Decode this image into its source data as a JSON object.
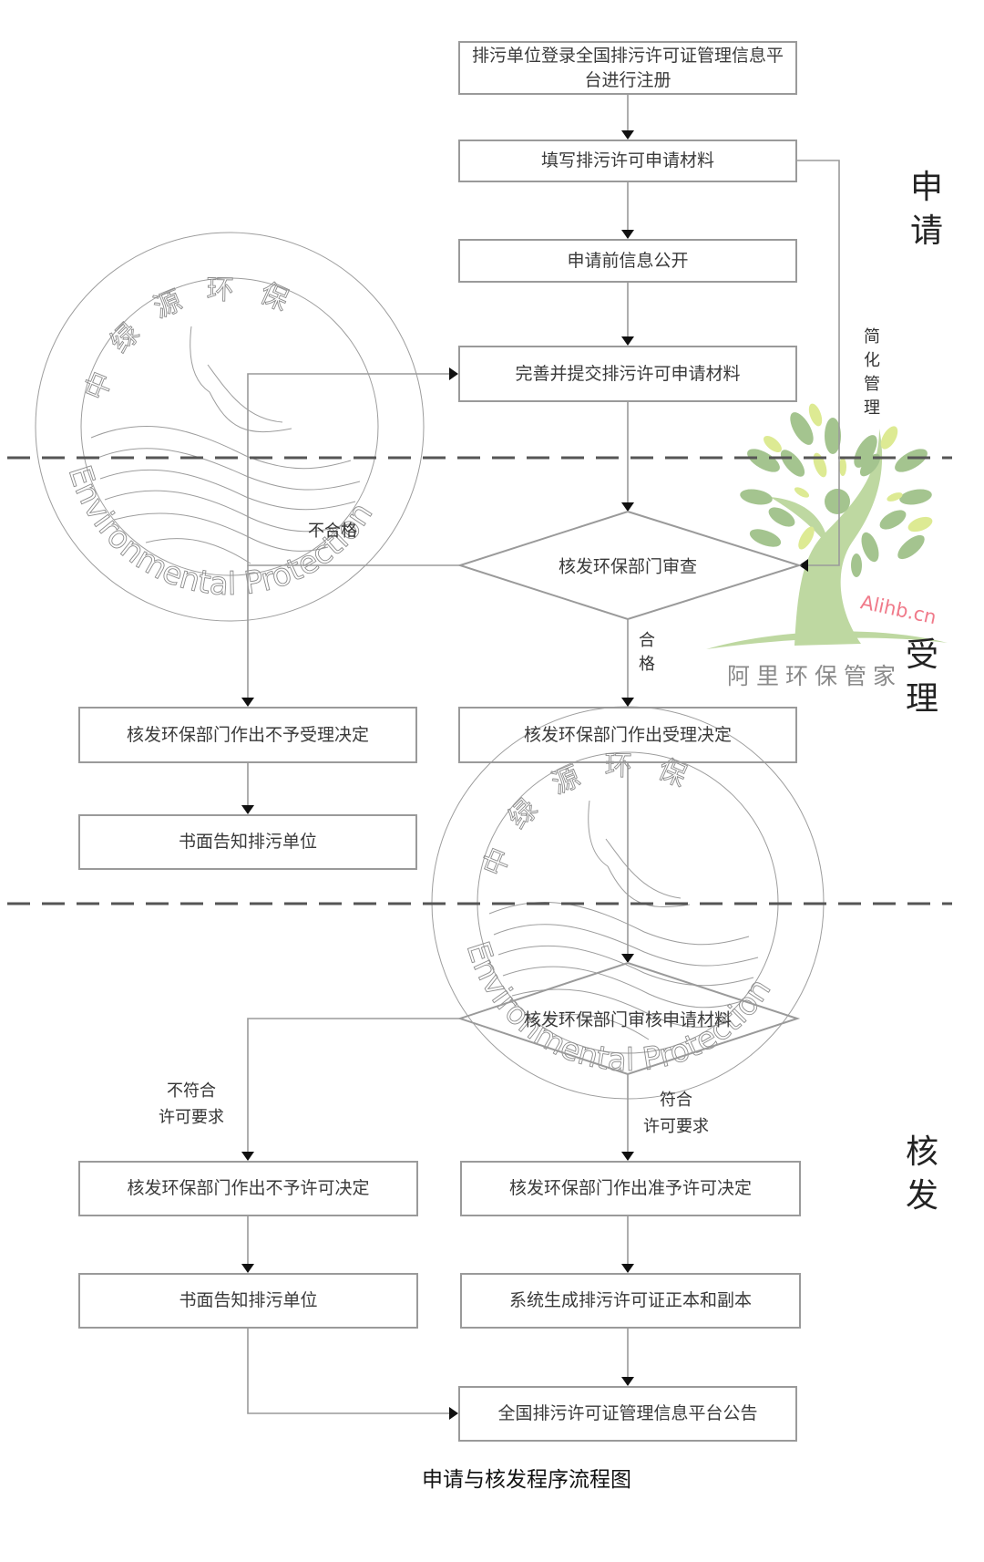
{
  "sections": {
    "apply": "申请",
    "accept": "受理",
    "issue": "核发"
  },
  "steps": {
    "register": "排污单位登录全国排污许可证管理信息平台进行注册",
    "fill": "填写排污许可申请材料",
    "disclose": "申请前信息公开",
    "submit": "完善并提交排污许可申请材料",
    "review": "核发环保部门审查",
    "reject_accept": "核发环保部门作出不予受理决定",
    "accept": "核发环保部门作出受理决定",
    "notify_reject": "书面告知排污单位",
    "audit": "核发环保部门审核申请材料",
    "deny_permit": "核发环保部门作出不予许可决定",
    "grant_permit": "核发环保部门作出准予许可决定",
    "notify_deny": "书面告知排污单位",
    "generate": "系统生成排污许可证正本和副本",
    "publish": "全国排污许可证管理信息平台公告"
  },
  "edge_labels": {
    "unqualified": "不合格",
    "qualified": "合格",
    "simplified": "简化管理",
    "not_compliant_line1": "不符合",
    "not_compliant_line2": "许可要求",
    "compliant_line1": "符合",
    "compliant_line2": "许可要求"
  },
  "caption": "申请与核发程序流程图",
  "watermarks": {
    "seal_text_cn": "中绿源环保",
    "seal_text_en": "Environmental Protection",
    "logo_url": "Alihb.cn",
    "logo_name": "阿里环保管家"
  },
  "colors": {
    "line": "#9a9a9a",
    "dash": "#555555",
    "leaf_dark": "#9dbf86",
    "leaf_light": "#dbe98a",
    "trunk": "#b9d59a",
    "logo_url": "#f07a8a"
  }
}
